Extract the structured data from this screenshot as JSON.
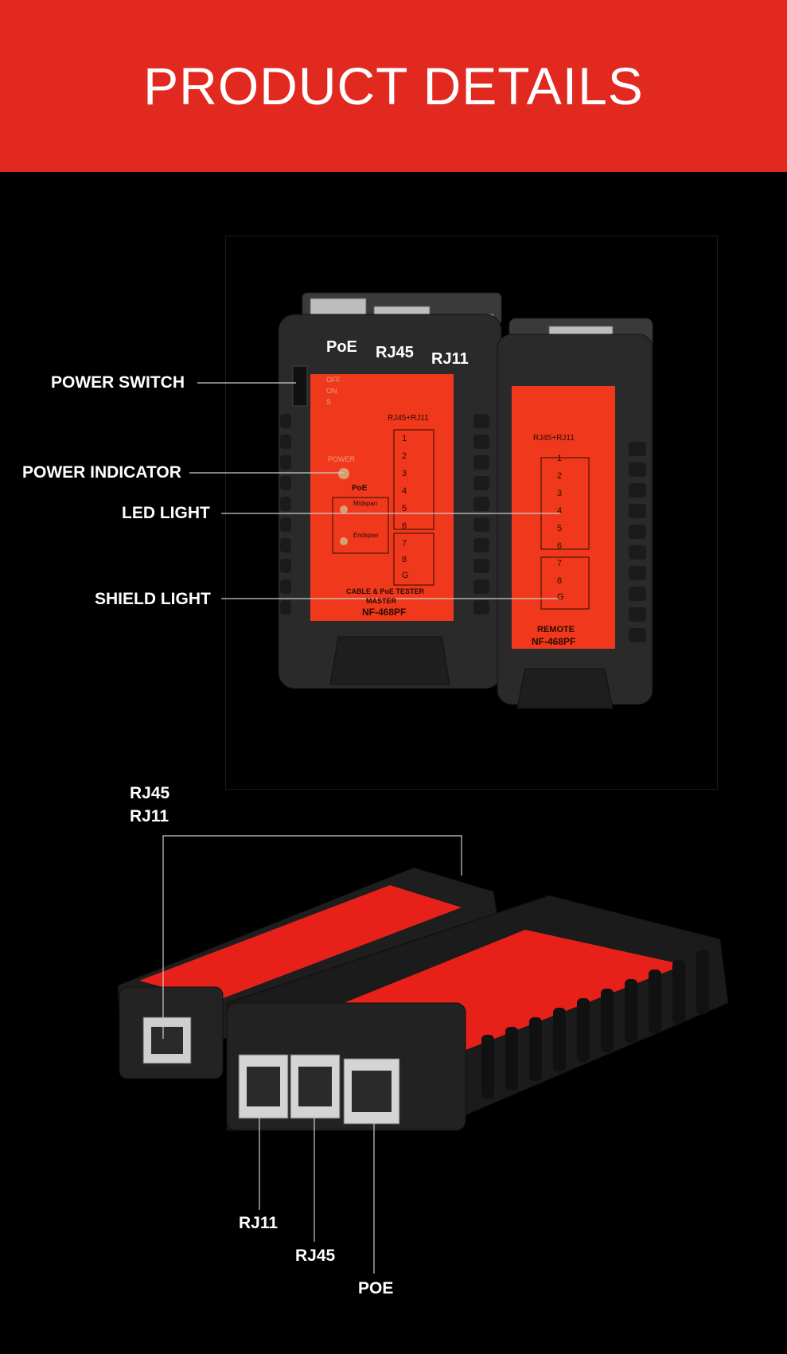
{
  "banner": {
    "title": "PRODUCT DETAILS"
  },
  "colors": {
    "banner": "#e2291f",
    "device_body": "#2a2a2a",
    "device_panel": "#f0391c",
    "background": "#000000"
  },
  "callouts_top": {
    "power_switch": "POWER SWITCH",
    "power_indicator": "POWER INDICATOR",
    "led_light": "LED LIGHT",
    "shield_light": "SHIELD LIGHT"
  },
  "callouts_bottom": {
    "remote_port": [
      "RJ45",
      "RJ11"
    ],
    "rj11": "RJ11",
    "rj45": "RJ45",
    "poe": "POE"
  },
  "master_unit": {
    "port_labels": [
      "PoE",
      "RJ45",
      "RJ11"
    ],
    "switch_positions": [
      "OFF",
      "ON",
      "S"
    ],
    "power_label": "POWER",
    "poe_label": "PoE",
    "mode_labels": [
      "Midspan",
      "Endspan"
    ],
    "header": "RJ45+RJ11",
    "pins": [
      "1",
      "2",
      "3",
      "4",
      "5",
      "6",
      "7",
      "8",
      "G"
    ],
    "footer": "CABLE & PoE TESTER",
    "name": "MASTER",
    "model": "NF-468PF"
  },
  "remote_unit": {
    "header": "RJ45+RJ11",
    "pins": [
      "1",
      "2",
      "3",
      "4",
      "5",
      "6",
      "7",
      "8",
      "G"
    ],
    "name": "REMOTE",
    "model": "NF-468PF"
  }
}
